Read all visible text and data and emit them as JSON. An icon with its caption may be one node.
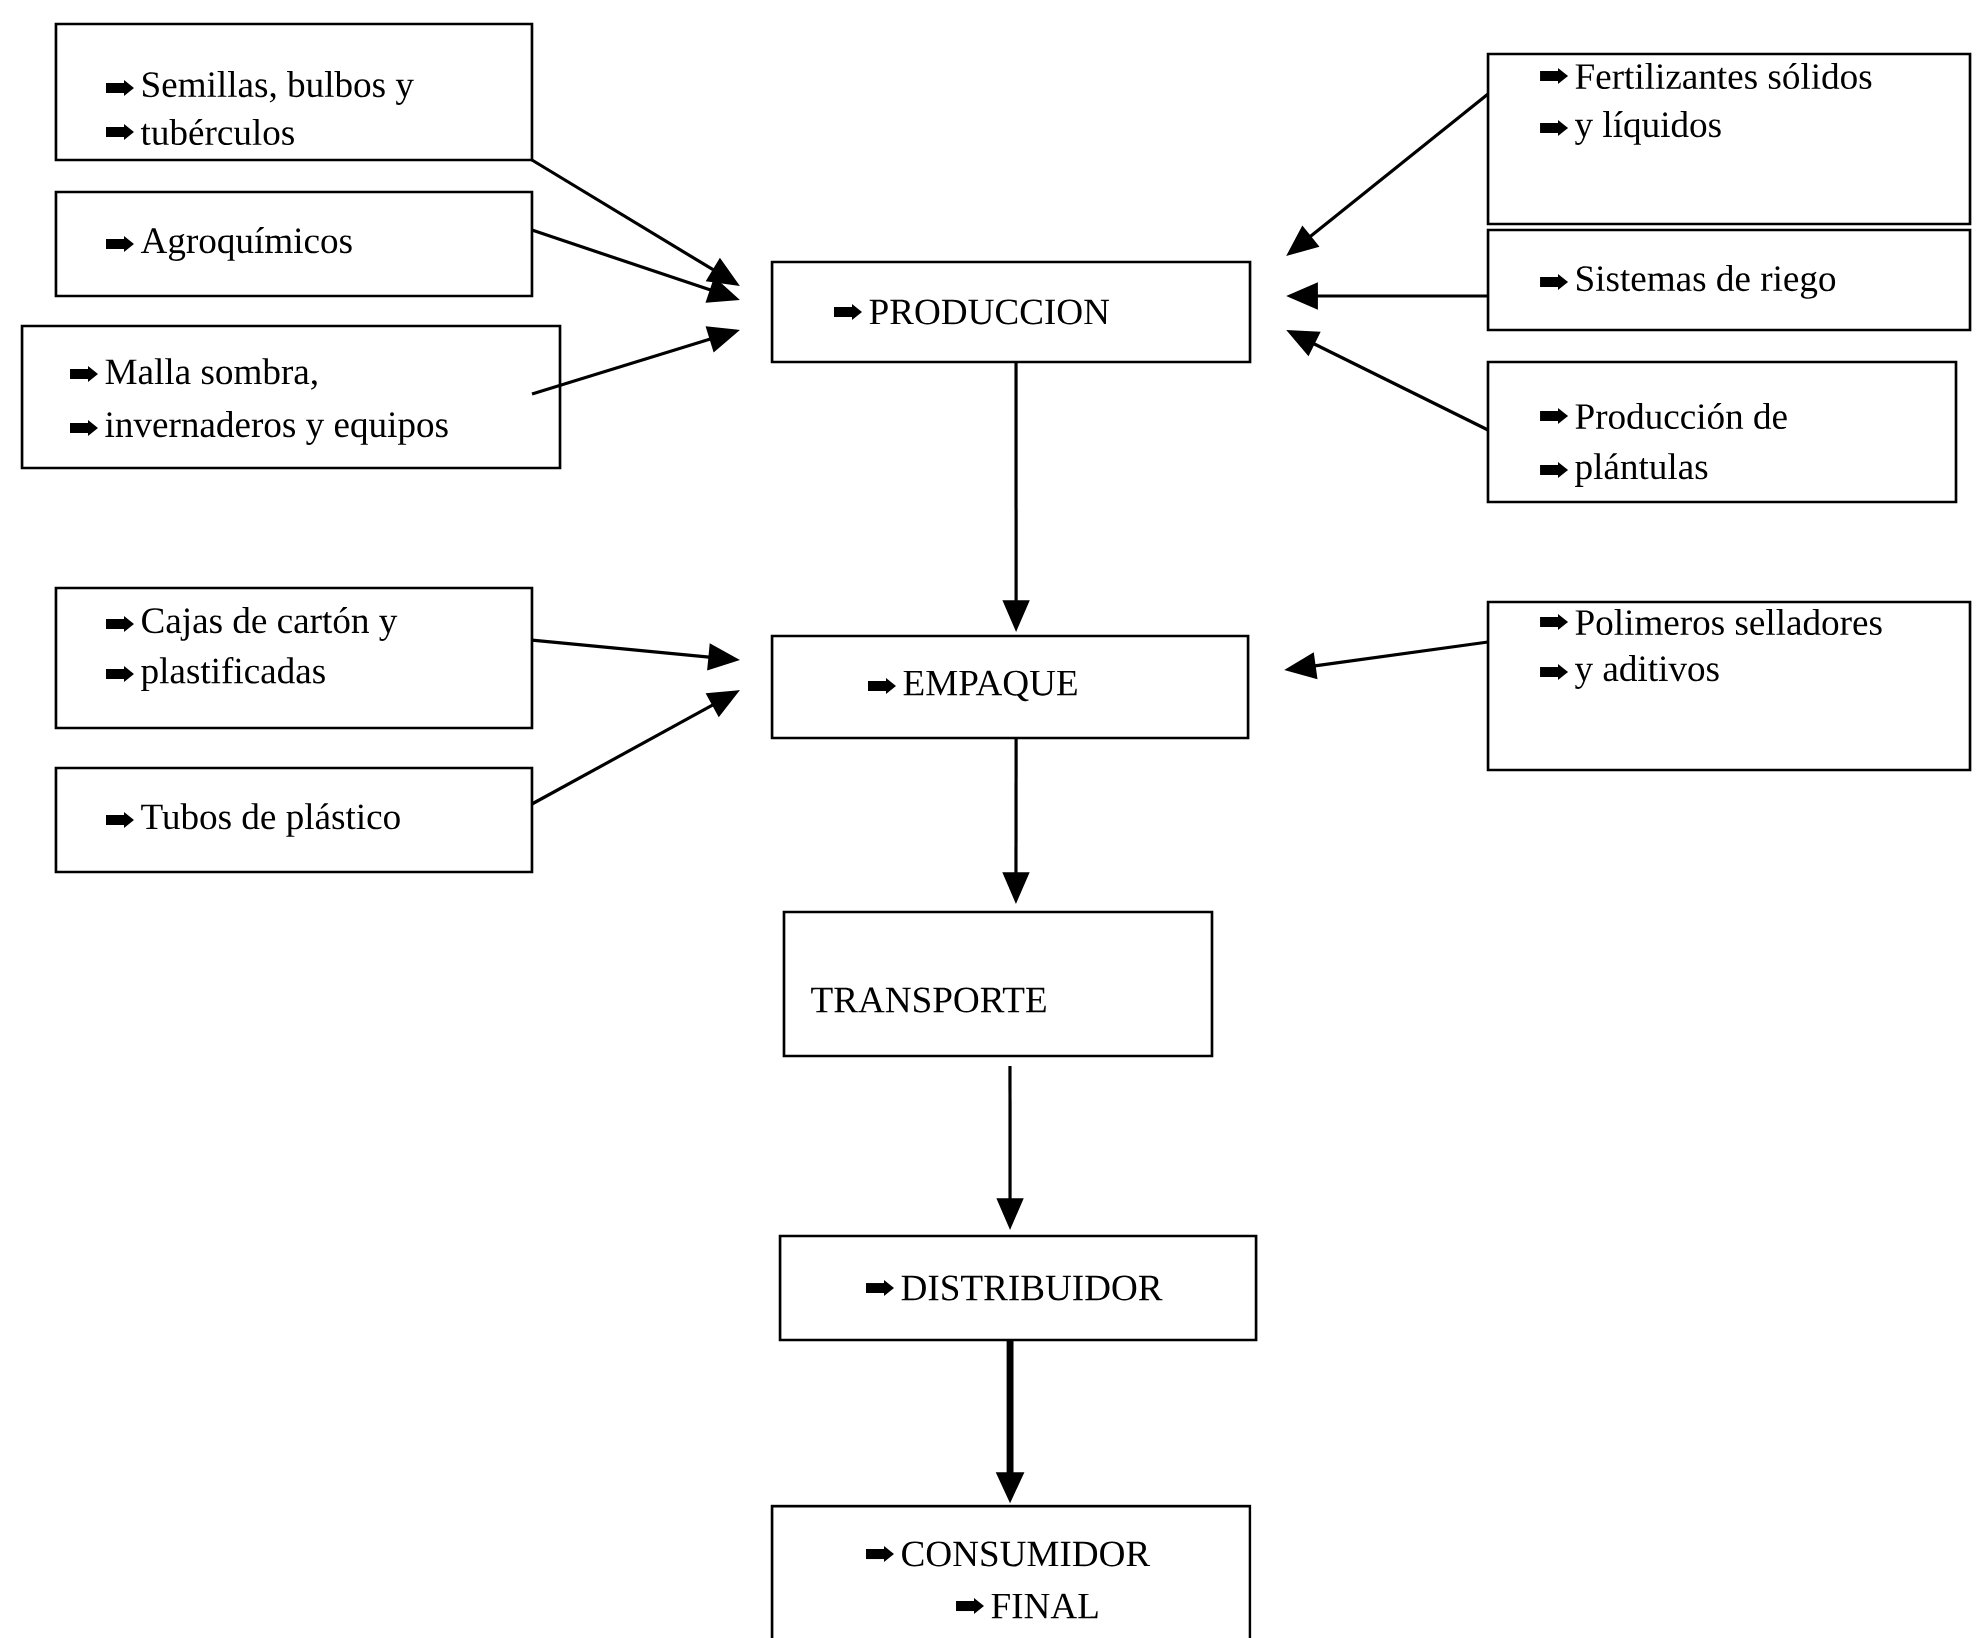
{
  "diagram": {
    "nodes": [
      {
        "text": [
          "Semillas, bulbos y",
          "tubérculos"
        ]
      },
      {
        "text": [
          "Agroquímicos"
        ]
      },
      {
        "text": [
          "Malla sombra,",
          "invernaderos y equipos"
        ]
      },
      {
        "text": [
          "PRODUCCION"
        ]
      },
      {
        "text": [
          "Fertilizantes sólidos",
          "y líquidos"
        ]
      },
      {
        "text": [
          "Sistemas de riego"
        ]
      },
      {
        "text": [
          "Producción de",
          "plántulas"
        ]
      },
      {
        "text": [
          "Cajas de cartón y",
          "plastificadas"
        ]
      },
      {
        "text": [
          "Tubos de plástico"
        ]
      },
      {
        "text": [
          "EMPAQUE"
        ]
      },
      {
        "text": [
          "Polimeros selladores",
          "y aditivos"
        ]
      },
      {
        "text": [
          "TRANSPORTE"
        ]
      },
      {
        "text": [
          "DISTRIBUIDOR"
        ]
      },
      {
        "text": [
          "CONSUMIDOR",
          "FINAL"
        ]
      }
    ],
    "edges": [
      {
        "from": 0,
        "to": 3,
        "arrow": "to"
      },
      {
        "from": 1,
        "to": 3,
        "arrow": "to"
      },
      {
        "from": 2,
        "to": 3,
        "arrow": "to"
      },
      {
        "from": 4,
        "to": 3,
        "arrow": "to"
      },
      {
        "from": 5,
        "to": 3,
        "arrow": "to"
      },
      {
        "from": 6,
        "to": 3,
        "arrow": "to"
      },
      {
        "from": 3,
        "to": 9,
        "arrow": "to"
      },
      {
        "from": 7,
        "to": 9,
        "arrow": "to"
      },
      {
        "from": 8,
        "to": 9,
        "arrow": "to"
      },
      {
        "from": 10,
        "to": 9,
        "arrow": "to"
      },
      {
        "from": 9,
        "to": 11,
        "arrow": "to"
      },
      {
        "from": 11,
        "to": 12,
        "arrow": "to"
      },
      {
        "from": 12,
        "to": 13,
        "arrow": "to",
        "style": "thick"
      }
    ]
  }
}
